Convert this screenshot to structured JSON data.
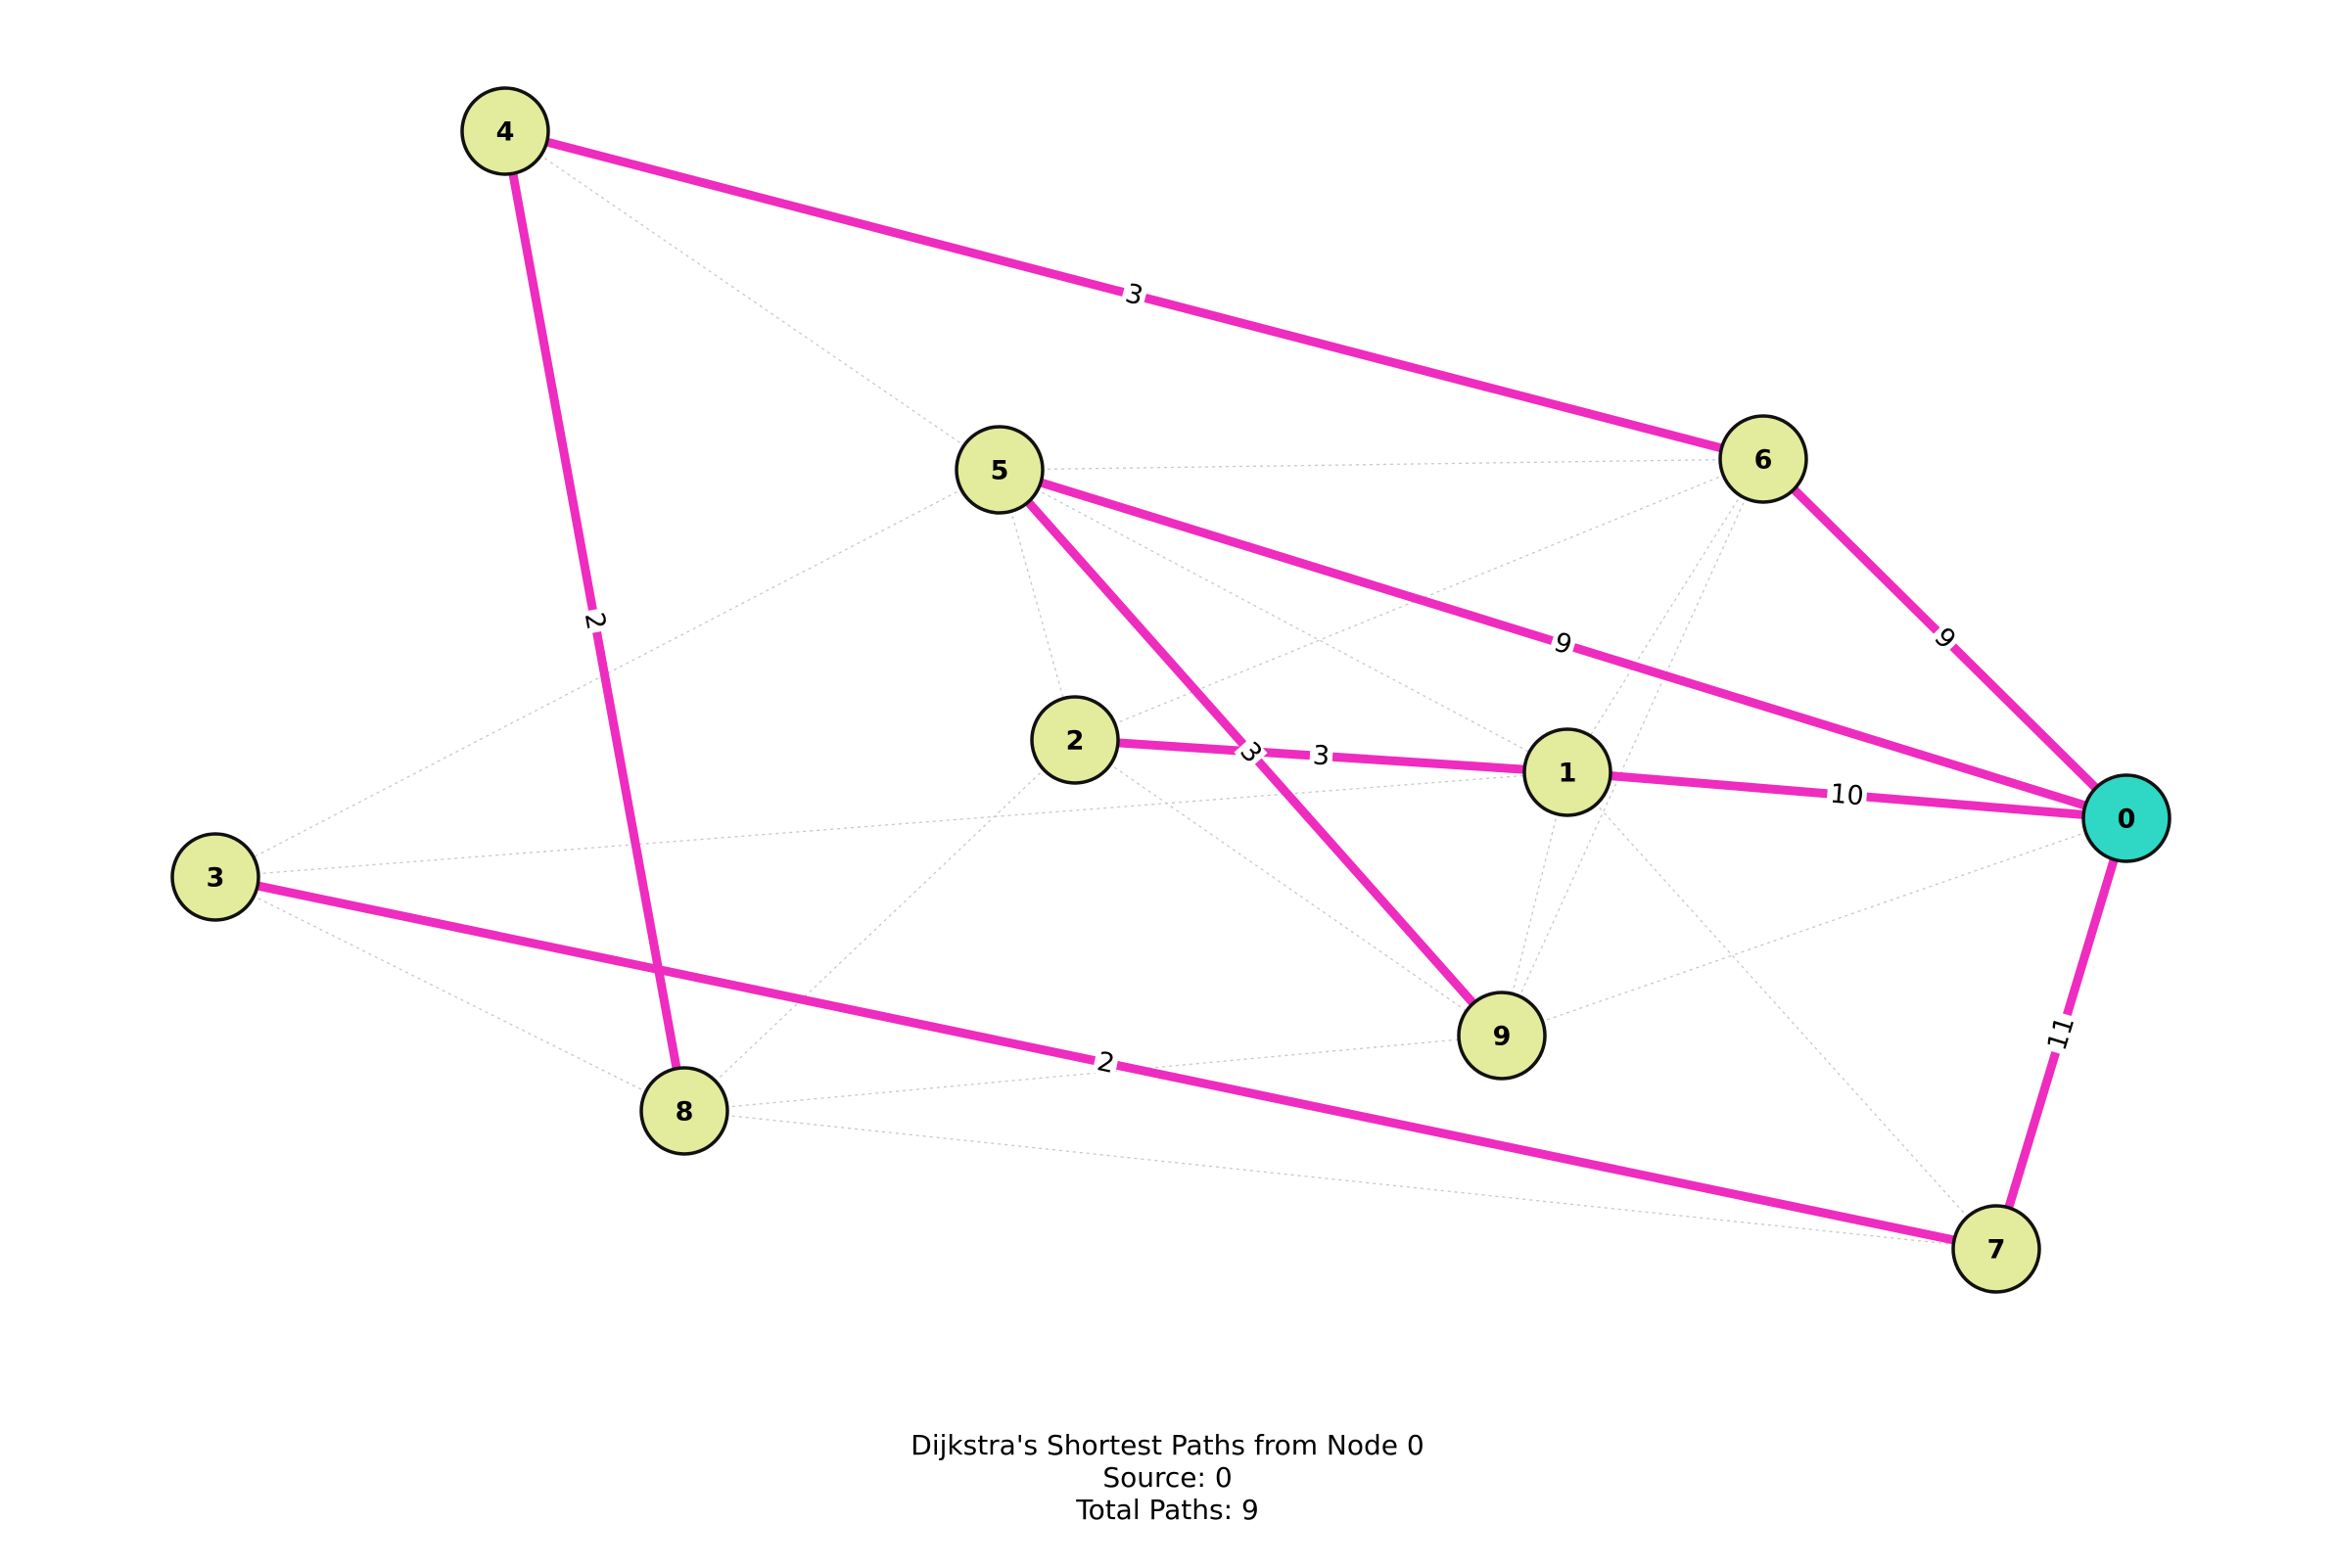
{
  "title_lines": {
    "line1": "Dijkstra's Shortest Paths from Node 0",
    "line2": "Source: 0",
    "line3": "Total Paths: 9"
  },
  "colors": {
    "path_edge": "#ee2cbf",
    "other_edge": "#c8c8c8",
    "node_fill": "#e3eb9c",
    "source_fill": "#2ed8c5",
    "node_stroke": "#111111"
  },
  "graph": {
    "source": "0",
    "nodes": [
      "0",
      "1",
      "2",
      "3",
      "4",
      "5",
      "6",
      "7",
      "8",
      "9"
    ],
    "path_edges": [
      {
        "from": "0",
        "to": "1",
        "weight": "10"
      },
      {
        "from": "0",
        "to": "5",
        "weight": "9"
      },
      {
        "from": "0",
        "to": "6",
        "weight": "9"
      },
      {
        "from": "0",
        "to": "7",
        "weight": "11"
      },
      {
        "from": "1",
        "to": "2",
        "weight": "3"
      },
      {
        "from": "5",
        "to": "9",
        "weight": "3"
      },
      {
        "from": "6",
        "to": "4",
        "weight": "3"
      },
      {
        "from": "4",
        "to": "8",
        "weight": "2"
      },
      {
        "from": "7",
        "to": "3",
        "weight": "2"
      }
    ],
    "other_edges": [
      [
        "4",
        "5"
      ],
      [
        "5",
        "6"
      ],
      [
        "5",
        "3"
      ],
      [
        "5",
        "2"
      ],
      [
        "5",
        "1"
      ],
      [
        "6",
        "2"
      ],
      [
        "6",
        "1"
      ],
      [
        "6",
        "9"
      ],
      [
        "3",
        "1"
      ],
      [
        "3",
        "8"
      ],
      [
        "2",
        "8"
      ],
      [
        "2",
        "9"
      ],
      [
        "1",
        "9"
      ],
      [
        "1",
        "7"
      ],
      [
        "8",
        "9"
      ],
      [
        "8",
        "7"
      ],
      [
        "9",
        "0"
      ]
    ]
  }
}
